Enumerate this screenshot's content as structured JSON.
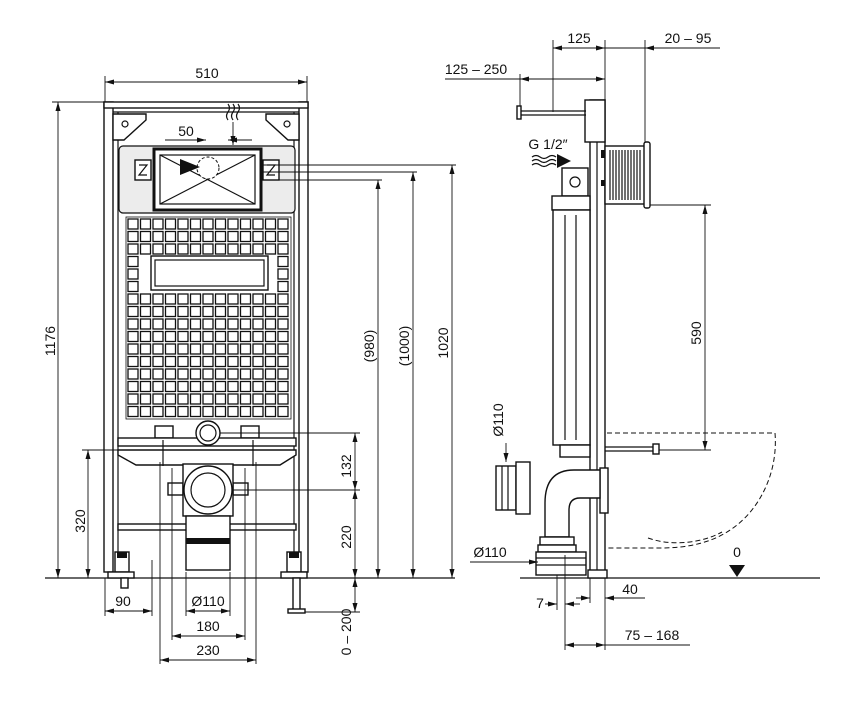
{
  "front_view": {
    "dim_width_510": "510",
    "dim_actuator_50": "50",
    "dim_height_1176": "1176",
    "dim_height_980": "(980)",
    "dim_height_1000": "(1000)",
    "dim_height_1020": "1020",
    "dim_height_320": "320",
    "dim_height_132": "132",
    "dim_height_220": "220",
    "dim_adjust_0_200": "0 – 200",
    "dim_foot_90": "90",
    "dim_drain_110": "Ø110",
    "dim_width_180": "180",
    "dim_width_230": "230"
  },
  "side_view": {
    "dim_depth_125": "125",
    "dim_wall_20_95": "20 – 95",
    "dim_valve_125_250": "125 – 250",
    "inlet_thread": "G 1/2″",
    "dim_height_590": "590",
    "dim_inlet_110": "Ø110",
    "dim_drain_110": "Ø110",
    "floor_level": "0",
    "dim_offset_7": "7",
    "dim_offset_40": "40",
    "dim_offset_75_168": "75 – 168"
  }
}
